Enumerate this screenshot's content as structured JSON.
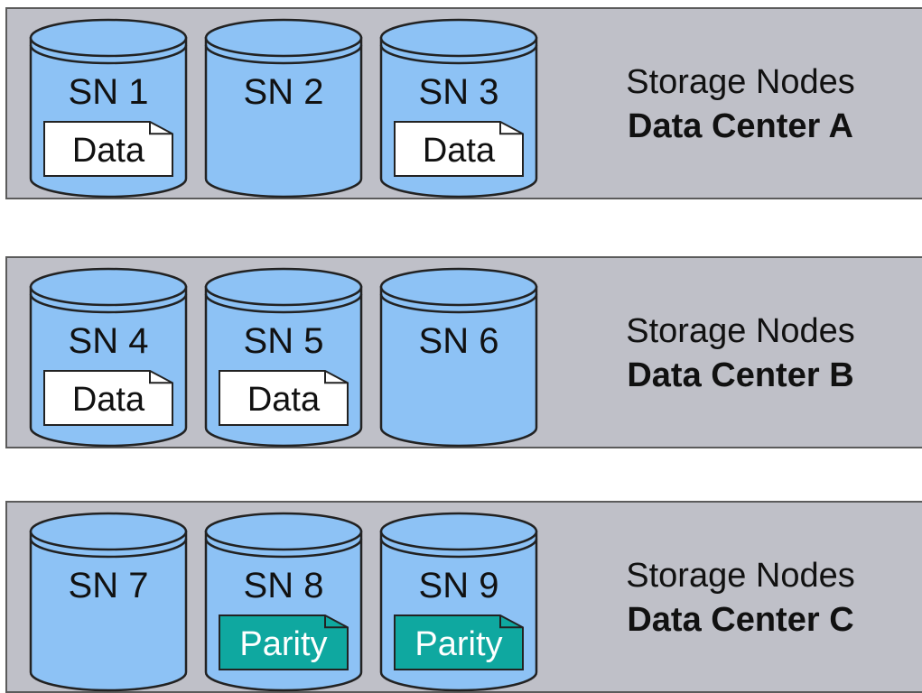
{
  "colors": {
    "panel_bg": "#bfc0c8",
    "cylinder_fill": "#8dc2f5",
    "data_fragment_fill": "#ffffff",
    "parity_fragment_fill": "#0fa8a0"
  },
  "data_centers": [
    {
      "caption_line1": "Storage Nodes",
      "caption_line2": "Data Center A",
      "nodes": [
        {
          "label": "SN 1",
          "fragment": "Data"
        },
        {
          "label": "SN 2",
          "fragment": ""
        },
        {
          "label": "SN 3",
          "fragment": "Data"
        }
      ]
    },
    {
      "caption_line1": "Storage Nodes",
      "caption_line2": "Data Center B",
      "nodes": [
        {
          "label": "SN 4",
          "fragment": "Data"
        },
        {
          "label": "SN 5",
          "fragment": "Data"
        },
        {
          "label": "SN 6",
          "fragment": ""
        }
      ]
    },
    {
      "caption_line1": "Storage Nodes",
      "caption_line2": "Data Center C",
      "nodes": [
        {
          "label": "SN 7",
          "fragment": ""
        },
        {
          "label": "SN 8",
          "fragment": "Parity"
        },
        {
          "label": "SN 9",
          "fragment": "Parity"
        }
      ]
    }
  ]
}
